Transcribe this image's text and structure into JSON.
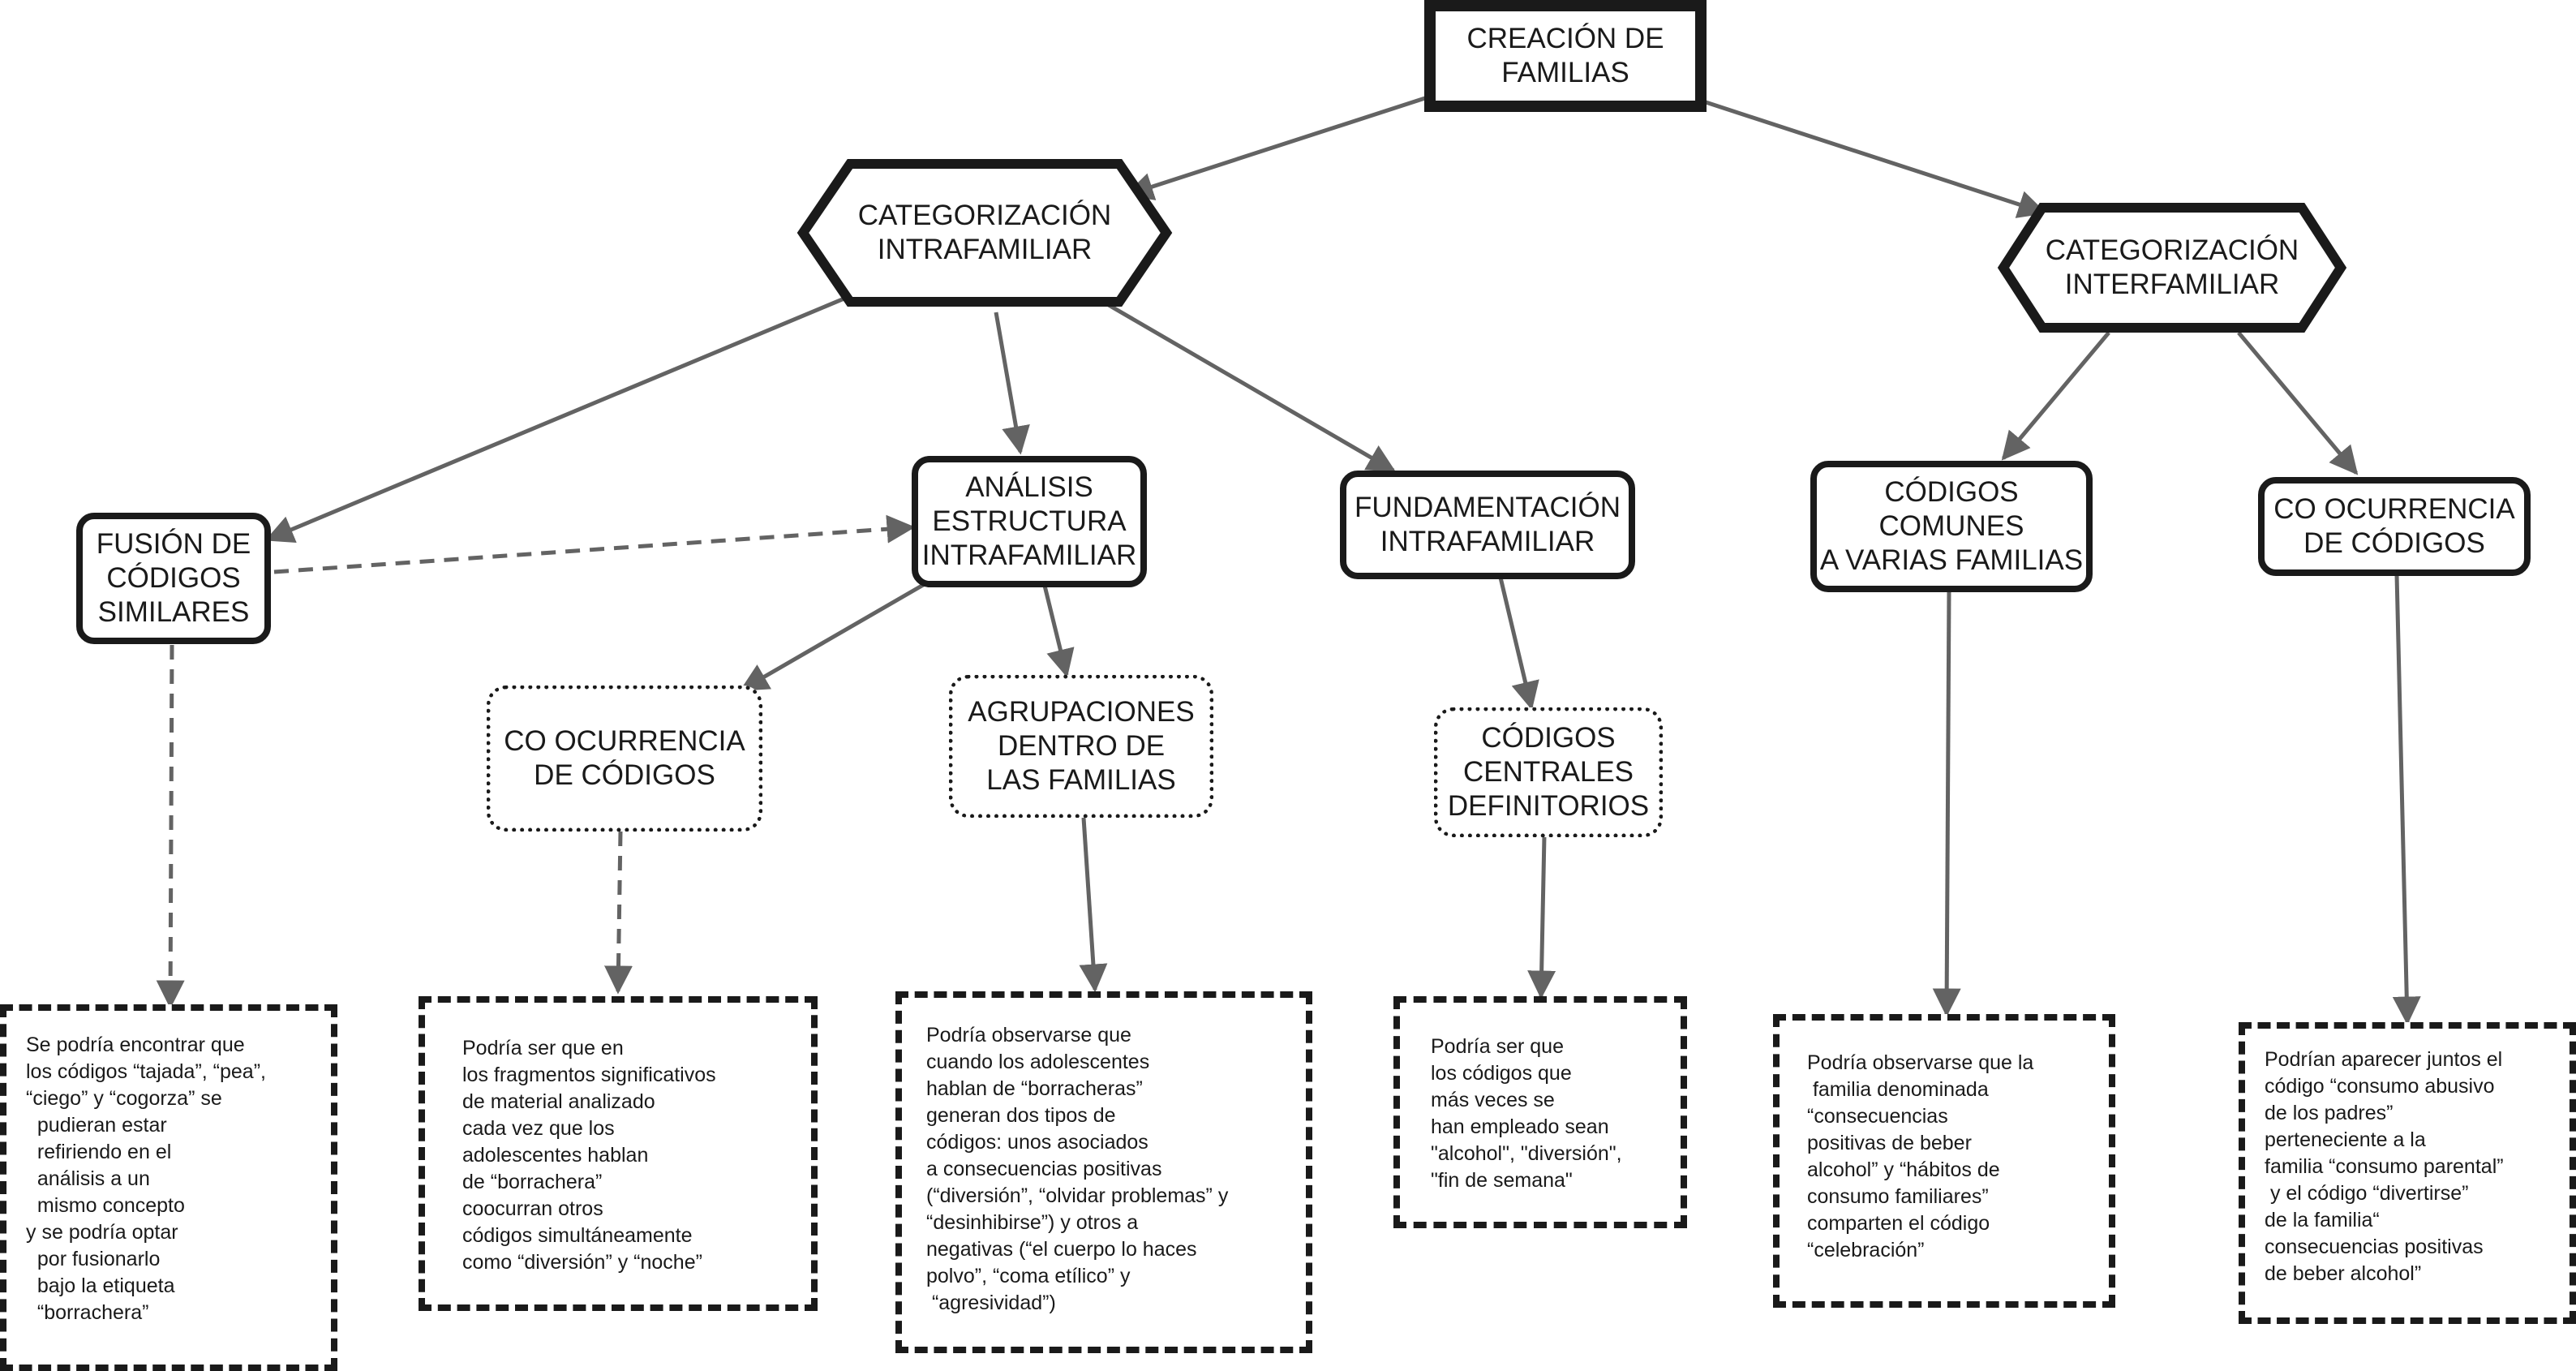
{
  "nodes": {
    "root": "CREACIÓN DE\nFAMILIAS",
    "intra": "CATEGORIZACIÓN\nINTRAFAMILIAR",
    "inter": "CATEGORIZACIÓN\nINTERFAMILIAR",
    "fusion": "FUSIÓN DE\nCÓDIGOS\nSIMILARES",
    "analisis": "ANÁLISIS\nESTRUCTURA\nINTRAFAMILIAR",
    "fundamentacion": "FUNDAMENTACIÓN\nINTRAFAMILIAR",
    "comunes": "CÓDIGOS\nCOMUNES\nA VARIAS FAMILIAS",
    "coocurrencia_inter": "CO OCURRENCIA\nDE CÓDIGOS",
    "coocurrencia_intra": "CO OCURRENCIA\nDE CÓDIGOS",
    "agrupaciones": "AGRUPACIONES\nDENTRO DE\nLAS FAMILIAS",
    "centrales": "CÓDIGOS\nCENTRALES\nDEFINITORIOS"
  },
  "notes": {
    "fusion": "Se podría encontrar que\nlos códigos “tajada”, “pea”,\n“ciego” y “cogorza” se\n  pudieran estar\n  refiriendo en el\n  análisis a un\n  mismo concepto\ny se podría optar\n  por fusionarlo\n  bajo la etiqueta\n  “borrachera”",
    "coocurrencia_intra": "Podría ser que en\nlos fragmentos significativos\nde material analizado\ncada vez que los\nadolescentes hablan\nde “borrachera”\ncoocurran otros\ncódigos simultáneamente\ncomo “diversión” y “noche”",
    "agrupaciones": "Podría observarse que\ncuando los adolescentes\nhablan de “borracheras”\ngeneran dos tipos de\ncódigos: unos asociados\na consecuencias positivas\n(“diversión”, “olvidar problemas” y\n“desinhibirse”) y otros a\nnegativas (“el cuerpo lo haces\npolvo”, “coma etílico” y\n “agresividad”)",
    "centrales": "Podría ser que\nlos códigos que\nmás veces se\nhan empleado sean\n\"alcohol\", \"diversión\",\n\"fin de semana\"",
    "comunes": "Podría observarse que la\n familia denominada\n“consecuencias\npositivas de beber\nalcohol” y “hábitos de\nconsumo familiares”\ncomparten el código\n“celebración”",
    "coocurrencia_inter": "Podrían aparecer juntos el\ncódigo “consumo abusivo\nde los padres”\nperteneciente a la\nfamilia “consumo parental”\n y el código “divertirse”\nde la familia“\nconsecuencias positivas\nde beber alcohol”"
  },
  "colors": {
    "stroke": "#1a1a1a",
    "arrow": "#636363",
    "background": "#ffffff"
  }
}
